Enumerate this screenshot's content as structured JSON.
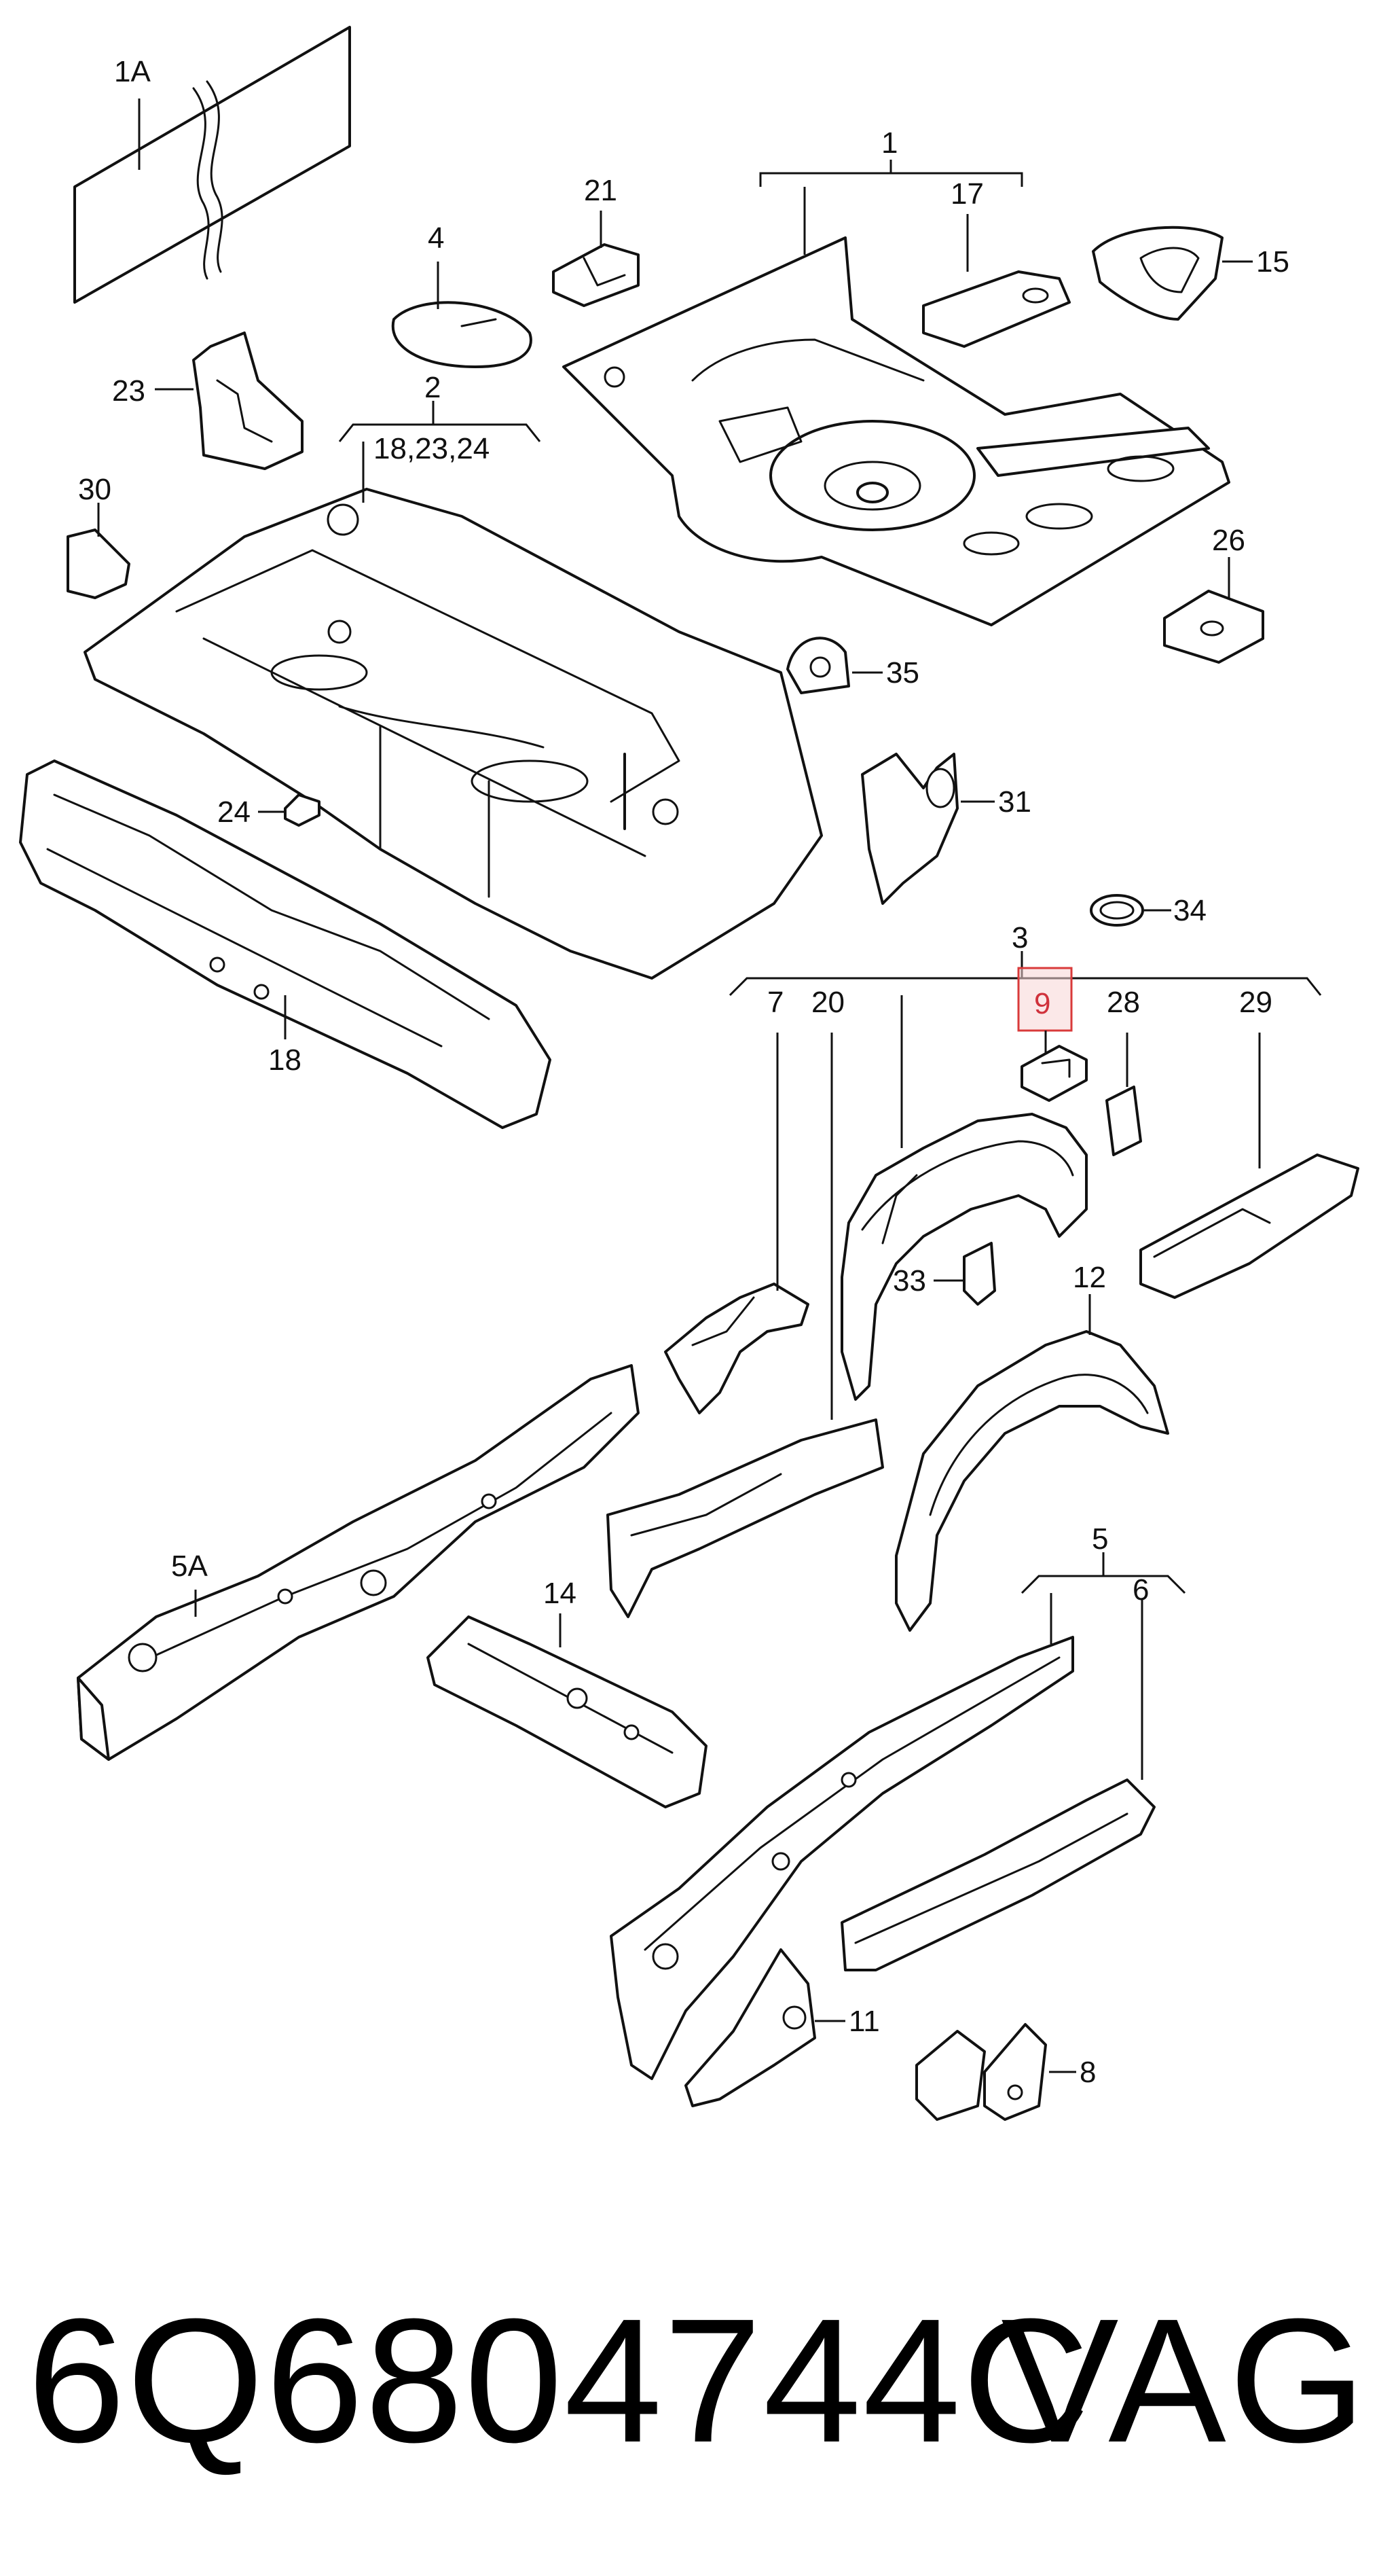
{
  "diagram": {
    "callouts": {
      "c1A": "1A",
      "c1": "1",
      "c21": "21",
      "c17": "17",
      "c15": "15",
      "c4": "4",
      "c23": "23",
      "c2": "2",
      "c2sub": "18,23,24",
      "c30": "30",
      "c26": "26",
      "c35": "35",
      "c31": "31",
      "c24": "24",
      "c34": "34",
      "c18": "18",
      "c3": "3",
      "c7": "7",
      "c20": "20",
      "c9": "9",
      "c28": "28",
      "c29": "29",
      "c33": "33",
      "c12": "12",
      "c5A": "5A",
      "c14": "14",
      "c5": "5",
      "c6": "6",
      "c11": "11",
      "c8": "8"
    },
    "highlighted_callout": "9",
    "highlight_color": "#d93a3a"
  },
  "footer": {
    "part_number": "6Q6804744C",
    "brand": "VAG"
  }
}
